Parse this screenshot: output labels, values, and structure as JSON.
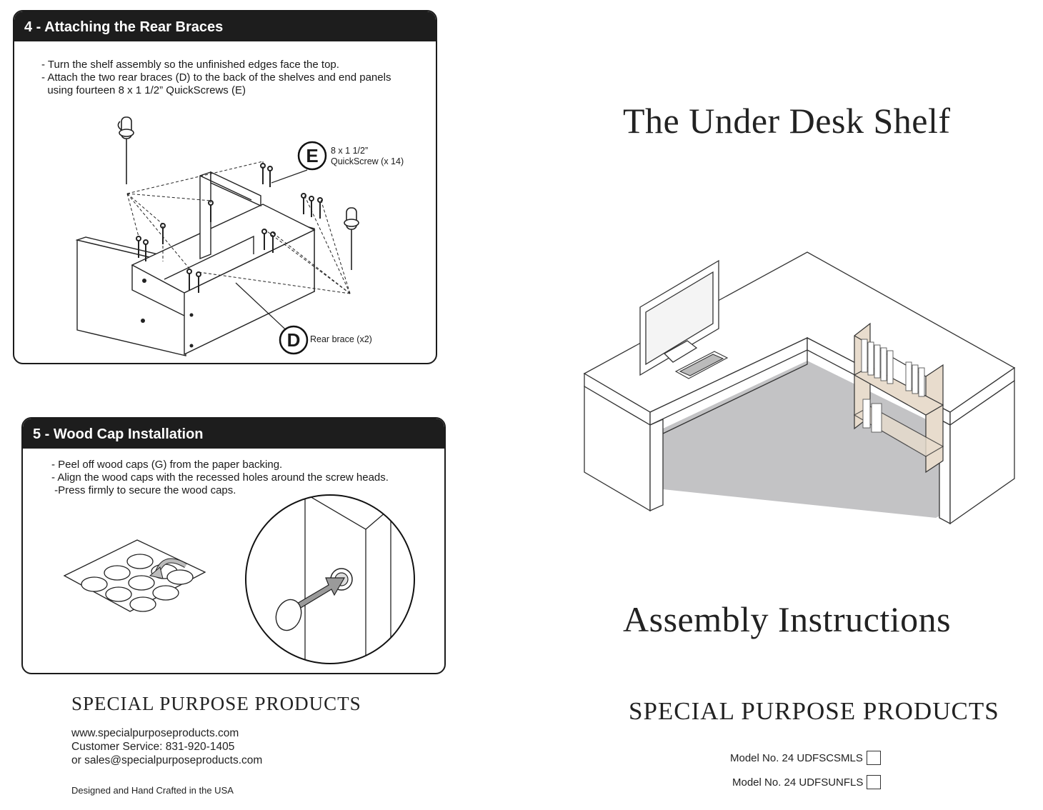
{
  "step4": {
    "title": "4 - Attaching the Rear Braces",
    "bullets": [
      "- Turn the shelf assembly so the unfinished edges face the top.",
      "- Attach the two rear braces (D) to the back of the shelves and end panels",
      "  using fourteen 8 x 1 1/2” QuickScrews (E)"
    ],
    "callout_e": {
      "letter": "E",
      "line1": "8 x 1 1/2”",
      "line2": "QuickScrew (x 14)"
    },
    "callout_d": {
      "letter": "D",
      "label": "Rear brace (x2)"
    }
  },
  "step5": {
    "title": "5 - Wood Cap Installation",
    "bullets": [
      "- Peel off wood caps (G) from the paper backing.",
      "- Align the wood caps with the recessed holes around the screw heads.",
      " -Press firmly to secure the wood caps."
    ]
  },
  "back_cover": {
    "company": "SPECIAL PURPOSE PRODUCTS",
    "website": "www.specialpurposeproducts.com",
    "phone": "Customer Service: 831-920-1405",
    "email": "or sales@specialpurposeproducts.com",
    "tagline": "Designed and Hand Crafted in the USA"
  },
  "front_cover": {
    "title": "The Under Desk Shelf",
    "subtitle": "Assembly Instructions",
    "company": "SPECIAL PURPOSE PRODUCTS",
    "models": [
      "Model No. 24 UDFSCSMLS",
      "Model No. 24 UDFSUNFLS"
    ]
  },
  "colors": {
    "header": "#1d1d1d",
    "shadow": "#c3c3c5",
    "shelf_wood": "#e8dccd"
  }
}
